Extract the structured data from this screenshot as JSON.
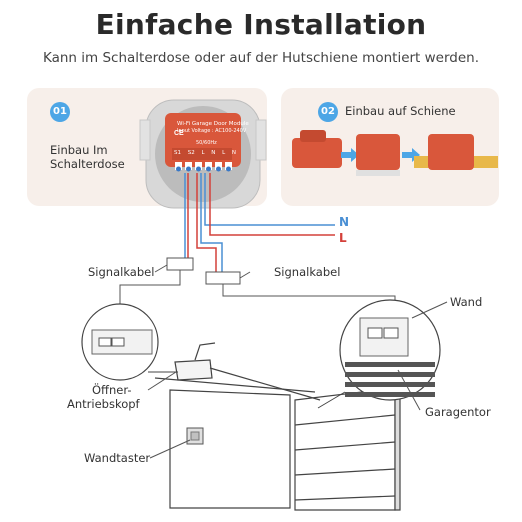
{
  "header": {
    "title": "Einfache Installation",
    "subtitle": "Kann im Schalterdose oder auf der Hutschiene montiert werden."
  },
  "card1": {
    "number": "01",
    "label_line1": "Einbau Im",
    "label_line2": "Schalterdose"
  },
  "card2": {
    "number": "02",
    "label": "Einbau auf Schiene"
  },
  "module": {
    "line1": "Wi-Fi Garage Door Module",
    "line2": "Input Voltage : AC100-240V",
    "line3": "50/60Hz",
    "terminals": [
      "S1",
      "S2",
      "L",
      "N",
      "L",
      "N"
    ]
  },
  "wiring": {
    "n_label": "N",
    "l_label": "L",
    "signal_left": "Signalkabel",
    "signal_right": "Signalkabel"
  },
  "diagram": {
    "opener_line1": "Öffner-",
    "opener_line2": "Antriebskopf",
    "wall_button": "Wandtaster",
    "wall": "Wand",
    "garage_door": "Garagentor"
  },
  "colors": {
    "badge": "#4da6e6",
    "module": "#d9573b",
    "wire_blue": "#4a8fd4",
    "wire_red": "#d4403a",
    "card_bg": "#f7efea",
    "rail": "#e8b84a"
  }
}
